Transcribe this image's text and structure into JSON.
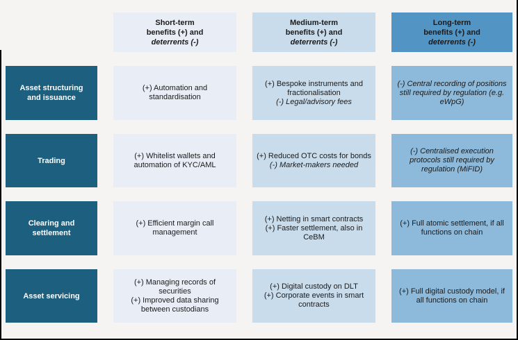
{
  "colors": {
    "page_background": "#f5f4f2",
    "row_label_background": "#1d5f7e",
    "short_term_background": "#e9eef6",
    "medium_term_background": "#c8dcec",
    "long_term_header_background": "#5294c4",
    "long_term_cell_background": "#8db9da",
    "frame_border": "#000000",
    "row_label_text": "#ffffff",
    "body_text": "#1a1a1a"
  },
  "header": {
    "short": {
      "title": "Short-term",
      "sub": "benefits (+) and",
      "sub_italic": "deterrents (-)"
    },
    "medium": {
      "title": "Medium-term",
      "sub": "benefits (+) and",
      "sub_italic": "deterrents (-)"
    },
    "long": {
      "title": "Long-term",
      "sub": "benefits (+) and",
      "sub_italic": "deterrents (-)"
    }
  },
  "rows": [
    {
      "label": "Asset structuring and issuance",
      "short": {
        "item1": "(+) Automation and standardisation"
      },
      "medium": {
        "item1": "(+) Bespoke instruments and fractionalisation",
        "item2_italic": "(-) Legal/advisory fees"
      },
      "long": {
        "item1_italic": "(-) Central recording of positions still required by regulation (e.g. eWpG)"
      }
    },
    {
      "label": "Trading",
      "short": {
        "item1": "(+) Whitelist wallets and automation of KYC/AML"
      },
      "medium": {
        "item1": "(+) Reduced OTC costs for bonds",
        "item2_italic": "(-) Market-makers needed"
      },
      "long": {
        "item1_italic": "(-) Centralised execution protocols still required by regulation (MiFID)"
      }
    },
    {
      "label": "Clearing and settlement",
      "short": {
        "item1": "(+) Efficient margin call management"
      },
      "medium": {
        "item1": "(+) Netting in smart contracts",
        "item2": "(+) Faster settlement, also in CeBM"
      },
      "long": {
        "item1": "(+) Full atomic settlement, if all functions on chain"
      }
    },
    {
      "label": "Asset servicing",
      "short": {
        "item1": "(+) Managing records of securities",
        "item2": "(+) Improved data sharing between custodians"
      },
      "medium": {
        "item1": "(+) Digital custody on DLT",
        "item2": "(+) Corporate events in smart contracts"
      },
      "long": {
        "item1": "(+) Full digital custody model, if all functions on chain"
      }
    }
  ]
}
